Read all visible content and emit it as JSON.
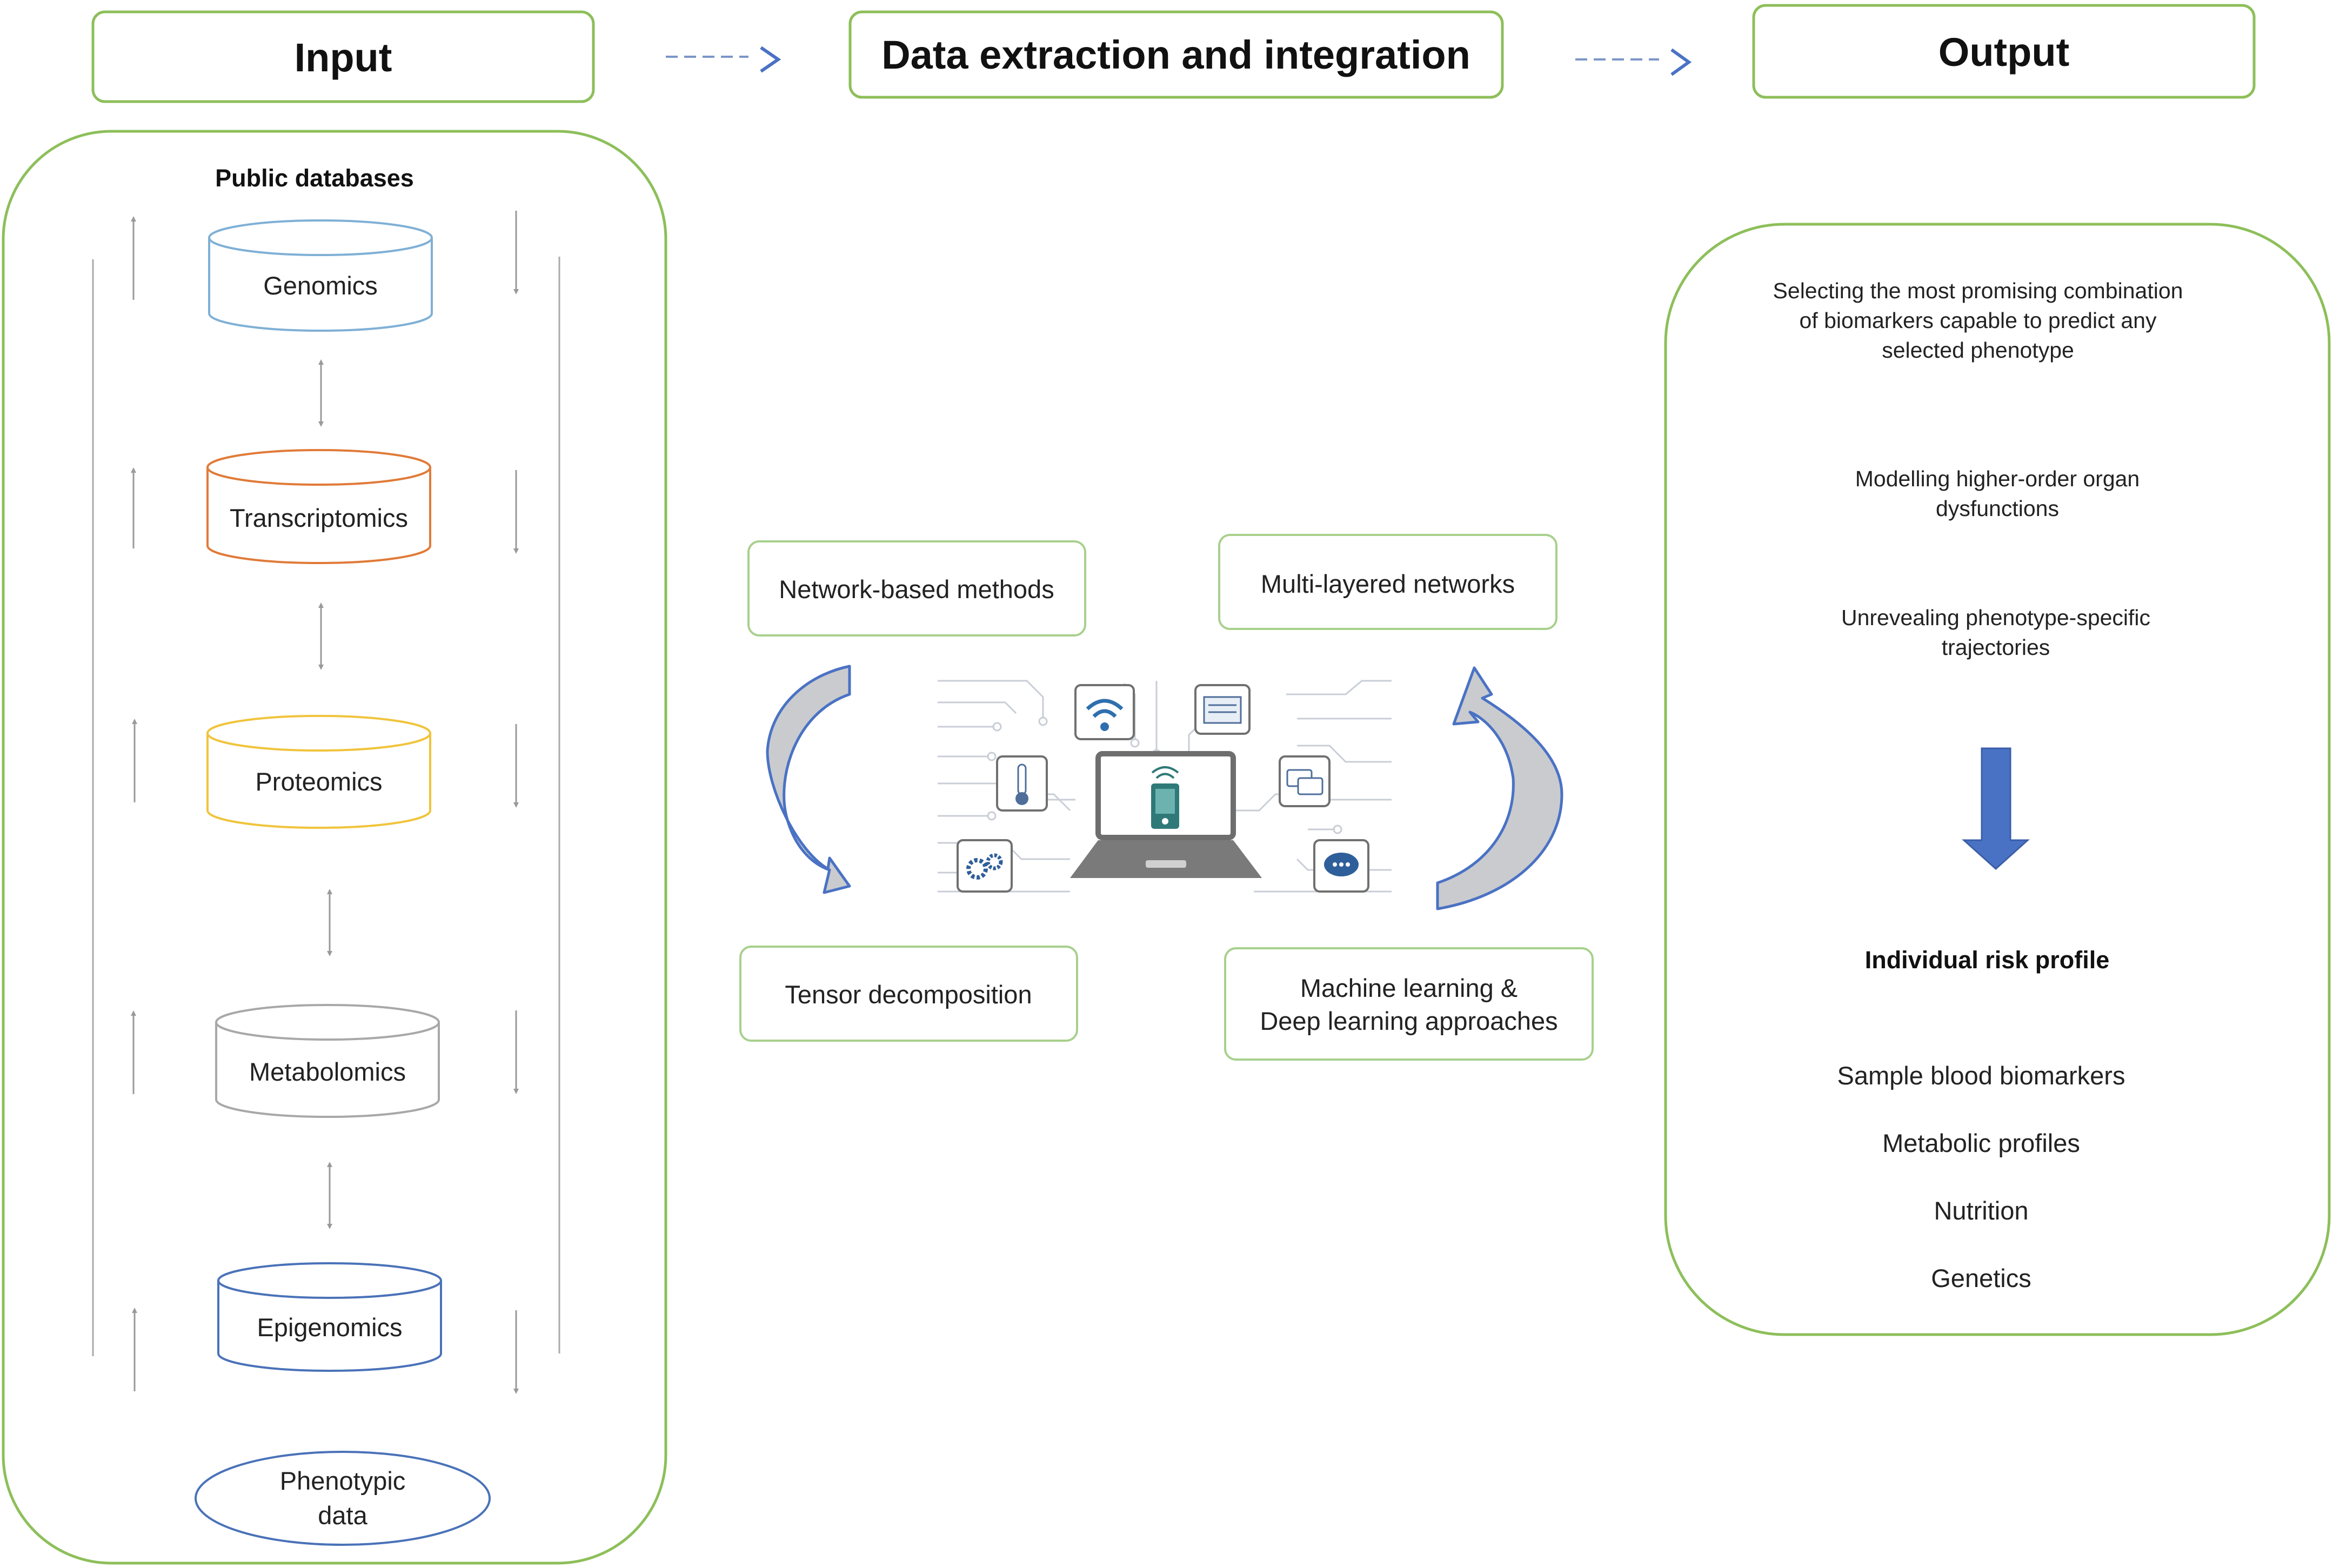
{
  "header": {
    "input": "Input",
    "extraction": "Data extraction and  integration",
    "output": "Output"
  },
  "input_panel": {
    "title": "Public databases",
    "databases": [
      {
        "label": "Genomics",
        "color": "#7fb0d6"
      },
      {
        "label": "Transcriptomics",
        "color": "#e07b39"
      },
      {
        "label": "Proteomics",
        "color": "#f0c43c"
      },
      {
        "label": "Metabolomics",
        "color": "#a8a8a8"
      },
      {
        "label": "Epigenomics",
        "color": "#4a72b8"
      }
    ],
    "phenotypic": {
      "line1": "Phenotypic",
      "line2": "data",
      "color": "#4a72b8"
    }
  },
  "methods": {
    "network_based": "Network-based methods",
    "multi_layered": "Multi-layered networks",
    "tensor": "Tensor decomposition",
    "ml_line1": "Machine learning &",
    "ml_line2": "Deep learning approaches"
  },
  "center_icons": [
    "laptop-icon",
    "wifi-icon",
    "thermometer-icon",
    "news-icon",
    "chat-icon",
    "gears-icon",
    "speech-bubble-icon",
    "phone-icon"
  ],
  "output_panel": {
    "para1": [
      "Selecting the most promising combination",
      "of biomarkers capable to predict any",
      "selected phenotype"
    ],
    "para2": [
      "Modelling higher-order organ",
      "dysfunctions"
    ],
    "para3": [
      "Unrevealing phenotype-specific",
      "trajectories"
    ],
    "risk_title": "Individual risk profile",
    "items": [
      "Sample blood biomarkers",
      "Metabolic profiles",
      "Nutrition",
      "Genetics"
    ],
    "arrow_color": "#4a72c4"
  },
  "colors": {
    "green_border": "#8dbf5a",
    "flow_arrow": "#4a72c4"
  }
}
